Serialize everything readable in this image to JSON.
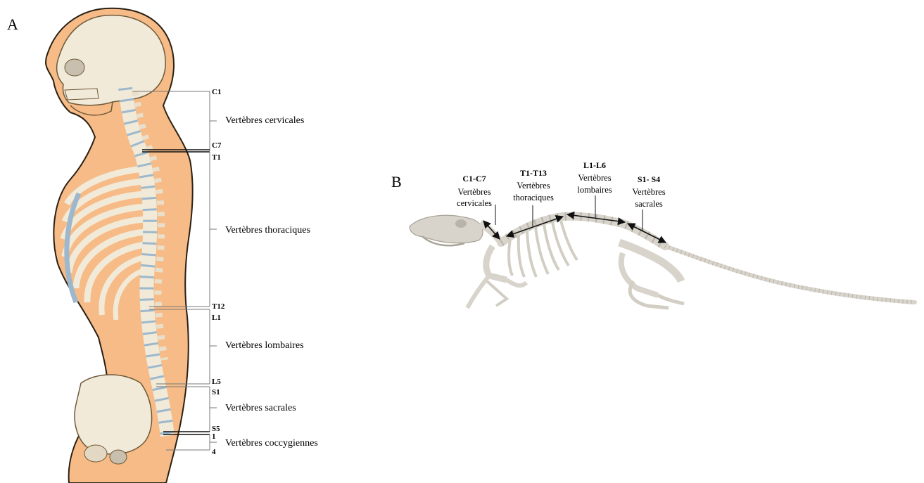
{
  "panel_a": {
    "letter": "A",
    "levels": {
      "c1": "C1",
      "c7": "C7",
      "t1": "T1",
      "t12": "T12",
      "l1": "L1",
      "l5": "L5",
      "s1": "S1",
      "s5": "S5",
      "co1": "1",
      "co4": "4"
    },
    "regions": {
      "cervical": "Vertèbres cervicales",
      "thoracic": "Vertèbres thoraciques",
      "lumbar": "Vertèbres lombaires",
      "sacral": "Vertèbres sacrales",
      "coccygeal": "Vertèbres coccygiennes"
    },
    "colors": {
      "skin": "#f6bb86",
      "bone": "#f2ead9",
      "disc": "#9db8cc",
      "outline": "#6e5a3a"
    }
  },
  "panel_b": {
    "letter": "B",
    "regions": {
      "cervical": {
        "code": "C1-C7",
        "line1": "Vertèbres",
        "line2": "cervicales"
      },
      "thoracic": {
        "code": "T1-T13",
        "line1": "Vertèbres",
        "line2": "thoraciques"
      },
      "lumbar": {
        "code": "L1-L6",
        "line1": "Vertèbres",
        "line2": "lombaires"
      },
      "sacral": {
        "code": "S1- S4",
        "line1": "Vertèbres",
        "line2": "sacrales"
      }
    },
    "colors": {
      "bone": "#d8d4cc",
      "shadow": "#b9b4aa"
    }
  }
}
